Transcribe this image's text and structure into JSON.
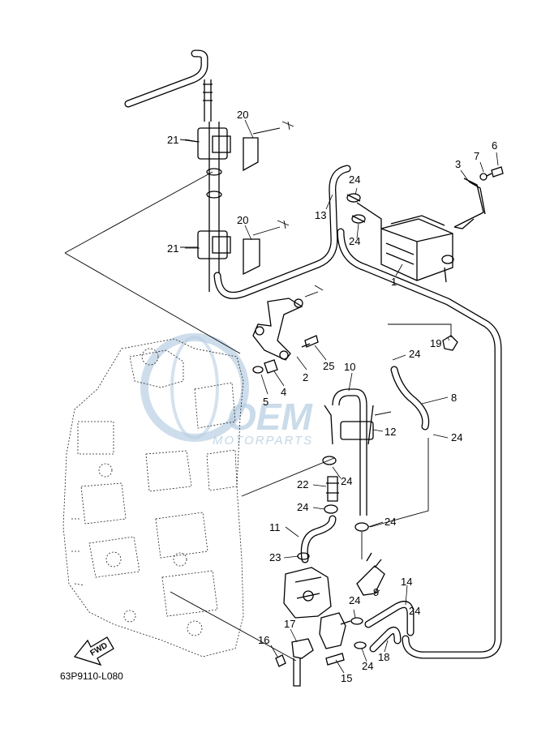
{
  "diagram": {
    "code": "63P9110-L080",
    "fwd_label": "FWD",
    "watermark": {
      "brand": "OEM",
      "sub": "MOTORPARTS"
    },
    "callouts": [
      {
        "id": "c1",
        "text": "1"
      },
      {
        "id": "c2",
        "text": "2"
      },
      {
        "id": "c3",
        "text": "3"
      },
      {
        "id": "c4",
        "text": "4"
      },
      {
        "id": "c5",
        "text": "5"
      },
      {
        "id": "c6",
        "text": "6"
      },
      {
        "id": "c7",
        "text": "7"
      },
      {
        "id": "c8",
        "text": "8"
      },
      {
        "id": "c9",
        "text": "9"
      },
      {
        "id": "c10",
        "text": "10"
      },
      {
        "id": "c11",
        "text": "11"
      },
      {
        "id": "c12",
        "text": "12"
      },
      {
        "id": "c13",
        "text": "13"
      },
      {
        "id": "c14",
        "text": "14"
      },
      {
        "id": "c15",
        "text": "15"
      },
      {
        "id": "c16",
        "text": "16"
      },
      {
        "id": "c17",
        "text": "17"
      },
      {
        "id": "c18",
        "text": "18"
      },
      {
        "id": "c19",
        "text": "19"
      },
      {
        "id": "c20a",
        "text": "20"
      },
      {
        "id": "c20b",
        "text": "20"
      },
      {
        "id": "c21a",
        "text": "21"
      },
      {
        "id": "c21b",
        "text": "21"
      },
      {
        "id": "c22",
        "text": "22"
      },
      {
        "id": "c23",
        "text": "23"
      },
      {
        "id": "c24a",
        "text": "24"
      },
      {
        "id": "c24b",
        "text": "24"
      },
      {
        "id": "c24c",
        "text": "24"
      },
      {
        "id": "c24d",
        "text": "24"
      },
      {
        "id": "c24e",
        "text": "24"
      },
      {
        "id": "c24f",
        "text": "24"
      },
      {
        "id": "c24g",
        "text": "24"
      },
      {
        "id": "c24h",
        "text": "24"
      },
      {
        "id": "c24i",
        "text": "24"
      },
      {
        "id": "c24j",
        "text": "24"
      },
      {
        "id": "c25",
        "text": "25"
      }
    ]
  }
}
